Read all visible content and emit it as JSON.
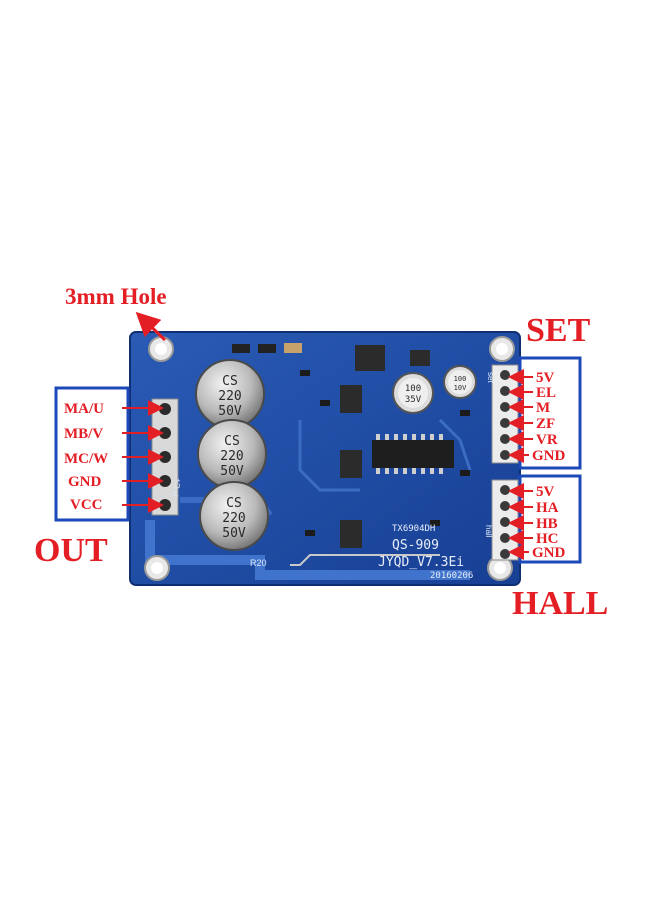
{
  "labels": {
    "hole": "3mm Hole",
    "set": "SET",
    "out": "OUT",
    "hall": "HALL"
  },
  "out_pins": [
    "MA/U",
    "MB/V",
    "MC/W",
    "GND",
    "VCC"
  ],
  "set_pins": [
    "5V",
    "EL",
    "M",
    "ZF",
    "VR",
    "GND"
  ],
  "hall_pins": [
    "5V",
    "HA",
    "HB",
    "HC",
    "GND"
  ],
  "board": {
    "chip": "TX6904DH",
    "model": "QS-909",
    "version": "JYQD_V7.3Ei",
    "date": "20160206",
    "r20": "R20",
    "set_silk": "set",
    "hall_silk": "hall",
    "pc_silk": "P-C+",
    "capacitor": {
      "line1": "CS",
      "line2": "220",
      "line3": "50V"
    },
    "small_cap_1": {
      "line1": "100",
      "line2": "35V"
    },
    "small_cap_2": {
      "line1": "100",
      "line2": "10V"
    }
  },
  "colors": {
    "pcb": "#1f4fa8",
    "label_red": "#e31e24",
    "box_blue": "#1d49b8"
  }
}
